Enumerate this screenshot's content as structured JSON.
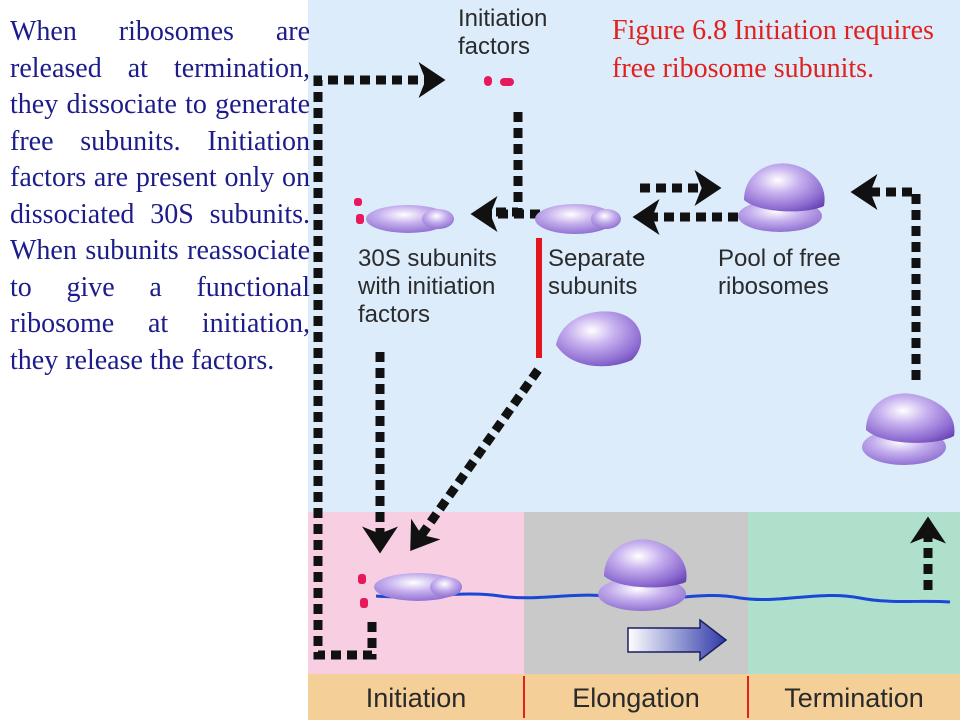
{
  "description_text": "When ribosomes are released at termination, they dissociate to generate free subunits. Initiation factors are present only on dissociated 30S subunits. When subunits reassociate to give a functional ribosome at initiation, they release the factors.",
  "caption": "Figure 6.8 Initiation requires free ribosome subunits.",
  "labels": {
    "initiation_factors": [
      "Initiation",
      "factors"
    ],
    "subunits_with_factors": [
      "30S subunits",
      "with initiation",
      "factors"
    ],
    "separate_subunits": [
      "Separate",
      "subunits"
    ],
    "pool_free_ribosomes": [
      "Pool of free",
      "ribosomes"
    ]
  },
  "stages": [
    "Initiation",
    "Elongation",
    "Termination"
  ],
  "colors": {
    "text_blue": "#1c1c8a",
    "caption_red": "#e0211d",
    "sky_panel": "#dcecfb",
    "initiation_panel": "#f8cfe2",
    "elongation_panel": "#c9c9c9",
    "termination_panel": "#aee0cc",
    "stage_bar": "#f5cf98",
    "ribosome_purple": "#9b78d6",
    "mrna_blue": "#1b47d6",
    "factor_pink": "#e8195a"
  }
}
